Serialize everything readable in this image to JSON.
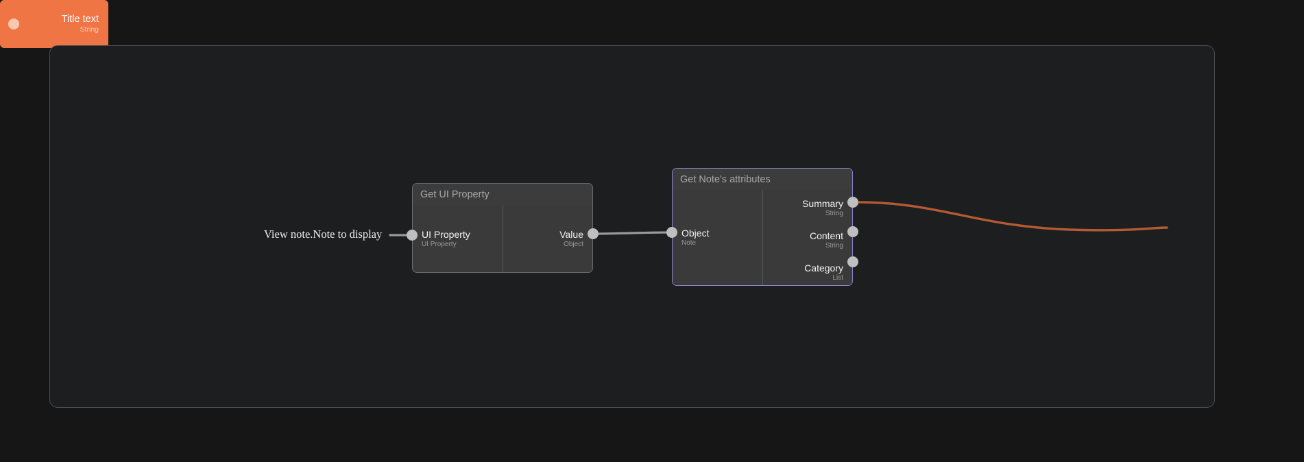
{
  "canvas": {
    "background_color": "#161616",
    "group_container": {
      "background_color": "#1c1e20",
      "border_color": "#4a4d50"
    }
  },
  "external_label": {
    "text": "View note.Note to display"
  },
  "nodes": [
    {
      "id": "get-ui-property",
      "title": "Get UI Property",
      "border_color": "#696b6d",
      "inputs": [
        {
          "name": "UI Property",
          "type": "UI Property"
        }
      ],
      "outputs": [
        {
          "name": "Value",
          "type": "Object"
        }
      ]
    },
    {
      "id": "get-note-attributes",
      "title": "Get Note's attributes",
      "border_color": "#8b82c9",
      "inputs": [
        {
          "name": "Object",
          "type": "Note"
        }
      ],
      "outputs": [
        {
          "name": "Summary",
          "type": "String"
        },
        {
          "name": "Content",
          "type": "String"
        },
        {
          "name": "Category",
          "type": "List"
        }
      ]
    },
    {
      "id": "title-text",
      "title": "Title text",
      "type": "String",
      "accent_color": "#ef7545",
      "port_color": "#f9c8af"
    }
  ],
  "edges": [
    {
      "id": "edge-source-to-uiproperty",
      "color": "#9a9a9a",
      "from": "View note.Note to display",
      "to": "UI Property"
    },
    {
      "id": "edge-value-to-object",
      "color": "#9a9a9a",
      "from": "Value",
      "to": "Object"
    },
    {
      "id": "edge-summary-to-titletext",
      "color": "#b55a33",
      "from": "Summary",
      "to": "Title text"
    }
  ]
}
